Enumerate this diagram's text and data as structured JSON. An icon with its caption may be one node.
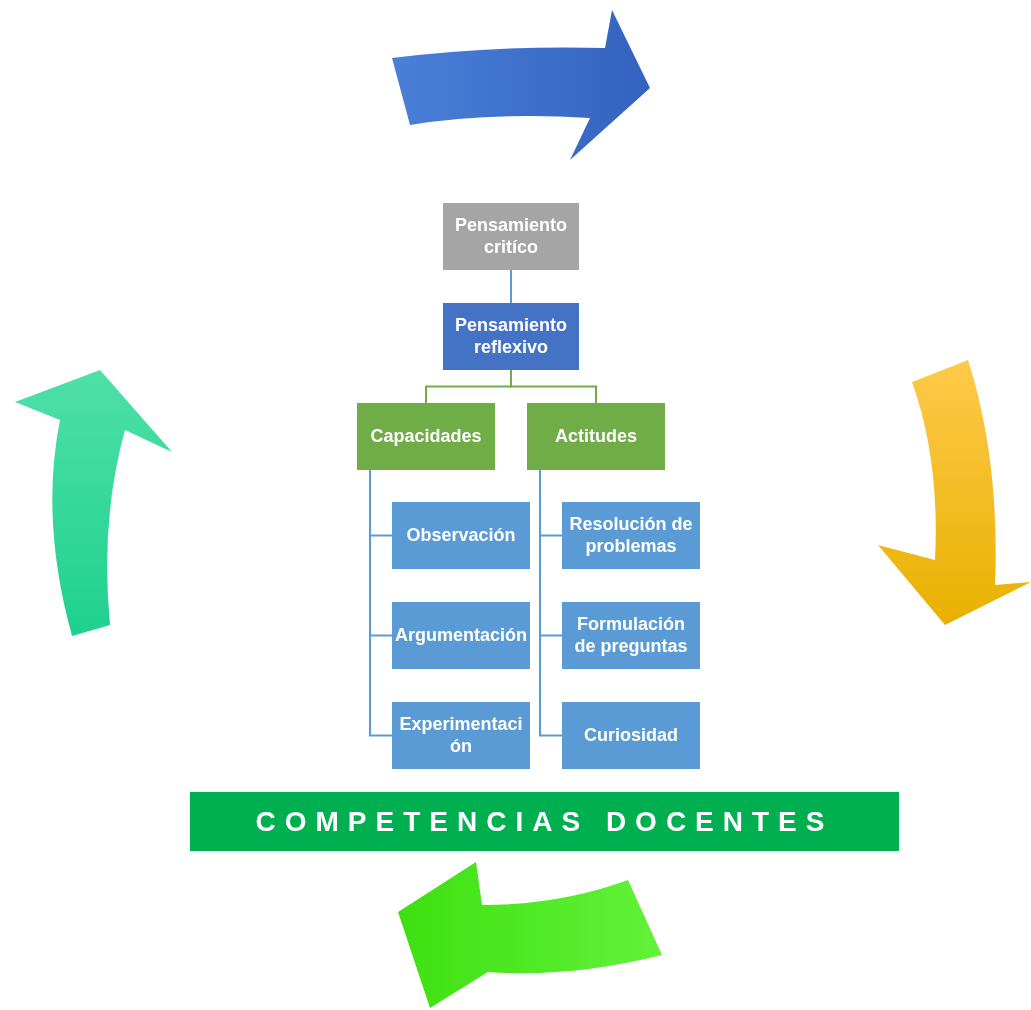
{
  "diagram": {
    "nodes": [
      {
        "text": [
          "Pensamiento critíco"
        ]
      },
      {
        "text": [
          "Pensamiento reflexivo"
        ]
      },
      {
        "text": [
          "Capacidades"
        ]
      },
      {
        "text": [
          "Actitudes"
        ]
      },
      {
        "text": [
          "Observación"
        ]
      },
      {
        "text": [
          "Argumentación"
        ]
      },
      {
        "text": [
          "Experimentación"
        ]
      },
      {
        "text": [
          "Resolución de problemas"
        ]
      },
      {
        "text": [
          "Formulación de preguntas"
        ]
      },
      {
        "text": [
          "Curiosidad"
        ]
      },
      {
        "text": [
          "COMPETENCIAS DOCENTES"
        ]
      }
    ],
    "edges": [
      {
        "from": 0,
        "to": 1,
        "arrow": "none"
      },
      {
        "from": 1,
        "to": 2,
        "arrow": "none",
        "color": "#70ad47"
      },
      {
        "from": 1,
        "to": 3,
        "arrow": "none",
        "color": "#70ad47"
      },
      {
        "from": 2,
        "to": 4,
        "arrow": "none"
      },
      {
        "from": 2,
        "to": 5,
        "arrow": "none"
      },
      {
        "from": 2,
        "to": 6,
        "arrow": "none"
      },
      {
        "from": 3,
        "to": 7,
        "arrow": "none"
      },
      {
        "from": 3,
        "to": 8,
        "arrow": "none"
      },
      {
        "from": 3,
        "to": 9,
        "arrow": "none"
      }
    ]
  }
}
